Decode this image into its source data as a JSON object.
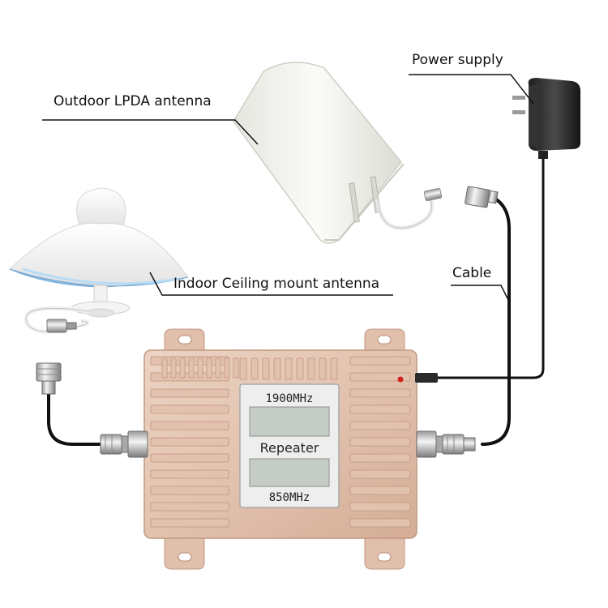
{
  "labels": {
    "power_supply": "Power supply",
    "outdoor_antenna": "Outdoor LPDA antenna",
    "indoor_antenna": "Indoor Ceiling mount antenna",
    "cable": "Cable"
  },
  "repeater": {
    "top_frequency": "1900MHz",
    "name": "Repeater",
    "bottom_frequency": "850MHz"
  },
  "colors": {
    "housing": "#e2c2ae",
    "housing_shadow": "#c89e86",
    "lcd_screen": "#c6ccc6",
    "dome_rim": "#8fc0e8",
    "cable": "#111111",
    "led": "#d02020"
  },
  "icons": {
    "power_supply": "power-adapter-icon",
    "outdoor_antenna": "lpda-antenna-icon",
    "indoor_antenna": "ceiling-dome-antenna-icon",
    "connector": "n-type-connector-icon"
  }
}
